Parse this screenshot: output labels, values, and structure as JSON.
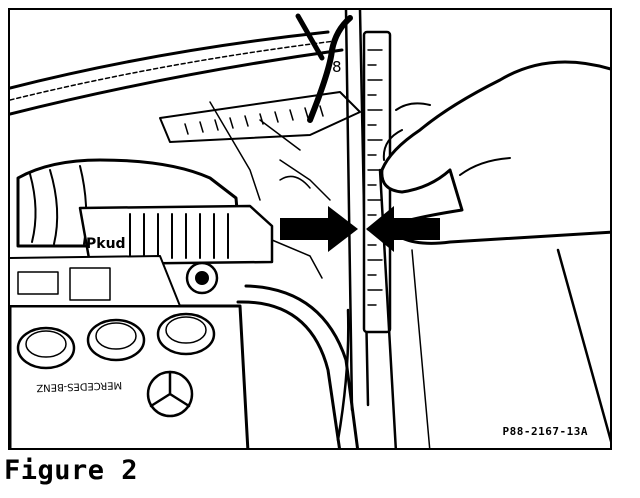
{
  "figure": {
    "caption": "Figure 2",
    "drawing_code": "P88-2167-13A",
    "callout_mark": "8",
    "battery_label": "MERCEDES-BENZ",
    "placard_text": "Pkud"
  },
  "colors": {
    "ink": "#000000",
    "paper": "#ffffff",
    "shade": "#555555"
  }
}
